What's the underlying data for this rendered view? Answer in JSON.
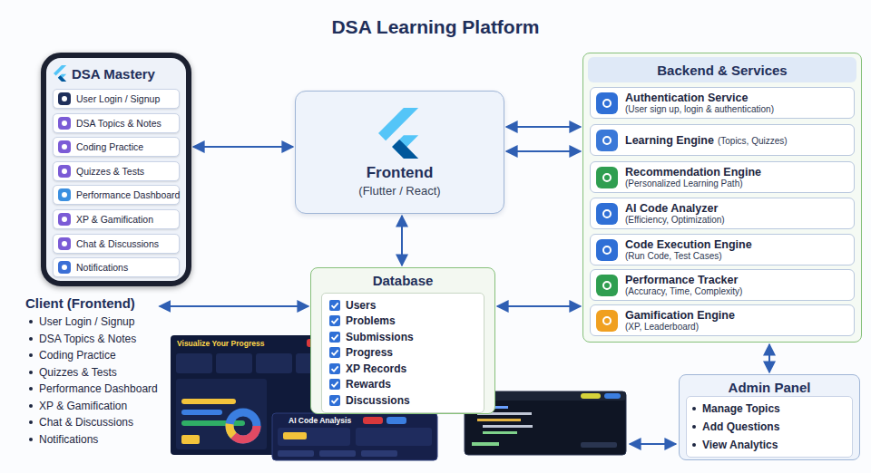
{
  "diagram": {
    "title": "DSA Learning Platform",
    "nodes": [
      {
        "text": [
          "DSA Mastery"
        ]
      },
      {
        "text": [
          "User Login / Signup"
        ],
        "in": 0
      },
      {
        "text": [
          "DSA Topics & Notes"
        ],
        "in": 0
      },
      {
        "text": [
          "Coding Practice"
        ],
        "in": 0
      },
      {
        "text": [
          "Quizzes & Tests"
        ],
        "in": 0
      },
      {
        "text": [
          "Performance Dashboard"
        ],
        "in": 0
      },
      {
        "text": [
          "XP & Gamification"
        ],
        "in": 0
      },
      {
        "text": [
          "Chat & Discussions"
        ],
        "in": 0
      },
      {
        "text": [
          "Notifications"
        ],
        "in": 0
      },
      {
        "text": [
          "Frontend",
          "(Flutter / React)"
        ]
      },
      {
        "text": [
          "Backend & Services"
        ]
      },
      {
        "text": [
          "Authentication Service",
          "(User sign up, login & authentication)"
        ],
        "in": 10
      },
      {
        "text": [
          "Learning Engine",
          "(Topics, Quizzes)"
        ],
        "in": 10
      },
      {
        "text": [
          "Recommendation Engine",
          "(Personalized Learning Path)"
        ],
        "in": 10
      },
      {
        "text": [
          "AI Code Analyzer",
          "(Efficiency, Optimization)"
        ],
        "in": 10
      },
      {
        "text": [
          "Code Execution Engine",
          "(Run Code, Test Cases)"
        ],
        "in": 10
      },
      {
        "text": [
          "Performance Tracker",
          "(Accuracy, Time, Complexity)"
        ],
        "in": 10
      },
      {
        "text": [
          "Gamification Engine",
          "(XP, Leaderboard)"
        ],
        "in": 10
      },
      {
        "text": [
          "Database",
          "Users",
          "Problems",
          "Submissions",
          "Progress",
          "XP Records",
          "Rewards",
          "Discussions"
        ]
      },
      {
        "text": [
          "Client (Frontend)",
          "User Login / Signup",
          "DSA Topics & Notes",
          "Coding Practice",
          "Quizzes & Tests",
          "Performance Dashboard",
          "XP & Gamification",
          "Chat & Discussions",
          "Notifications"
        ]
      },
      {
        "text": [
          "Admin Panel"
        ]
      },
      {
        "text": [
          "Manage Topics",
          "Add Questions",
          "View Analytics"
        ],
        "in": 20
      }
    ],
    "edges": [
      {
        "from": 0,
        "to": 9,
        "arrow": "both"
      },
      {
        "from": 9,
        "to": 10,
        "arrow": "both"
      },
      {
        "from": 9,
        "to": 10,
        "arrow": "both"
      },
      {
        "from": 9,
        "to": 18,
        "arrow": "both"
      },
      {
        "from": 19,
        "to": 18,
        "arrow": "both"
      },
      {
        "from": 18,
        "to": 10,
        "arrow": "both"
      },
      {
        "from": 10,
        "to": 20,
        "arrow": "both"
      }
    ],
    "labels": [
      "Visualize Your Progress",
      "AI Code Analysis"
    ]
  }
}
